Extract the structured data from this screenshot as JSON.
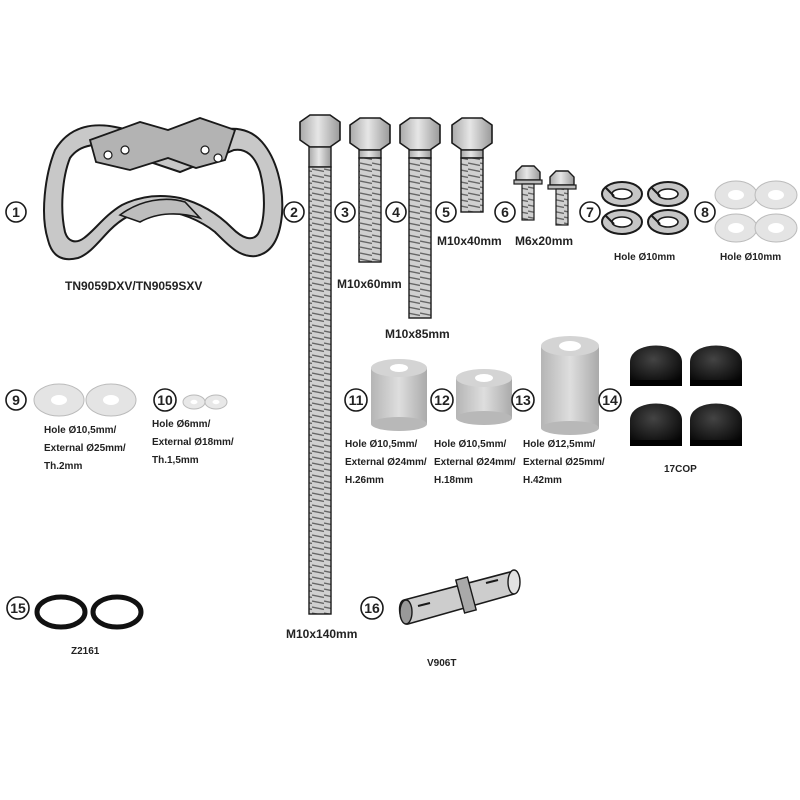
{
  "parts": [
    {
      "number": "1",
      "labels": [
        "TN9059DXV/TN9059SXV"
      ]
    },
    {
      "number": "2",
      "labels": [
        "M10x140mm"
      ]
    },
    {
      "number": "3",
      "labels": [
        "M10x60mm"
      ]
    },
    {
      "number": "4",
      "labels": [
        "M10x85mm"
      ]
    },
    {
      "number": "5",
      "labels": [
        "M10x40mm"
      ]
    },
    {
      "number": "6",
      "labels": [
        "M6x20mm"
      ]
    },
    {
      "number": "7",
      "labels": [
        "Hole Ø10mm"
      ]
    },
    {
      "number": "8",
      "labels": [
        "Hole Ø10mm"
      ]
    },
    {
      "number": "9",
      "labels": [
        "Hole Ø10,5mm/",
        "External Ø25mm/",
        "Th.2mm"
      ]
    },
    {
      "number": "10",
      "labels": [
        "Hole Ø6mm/",
        "External Ø18mm/",
        "Th.1,5mm"
      ]
    },
    {
      "number": "11",
      "labels": [
        "Hole Ø10,5mm/",
        "External Ø24mm/",
        "H.26mm"
      ]
    },
    {
      "number": "12",
      "labels": [
        "Hole Ø10,5mm/",
        "External Ø24mm/",
        "H.18mm"
      ]
    },
    {
      "number": "13",
      "labels": [
        "Hole Ø12,5mm/",
        "External Ø25mm/",
        "H.42mm"
      ]
    },
    {
      "number": "14",
      "labels": [
        "17COP"
      ]
    },
    {
      "number": "15",
      "labels": [
        "Z2161"
      ]
    },
    {
      "number": "16",
      "labels": [
        "V906T"
      ]
    }
  ],
  "colors": {
    "metal": "#c8c8c8",
    "metal_dark": "#8e8e8e",
    "outline": "#1a1a1a",
    "cap": "#111111",
    "washer": "#e4e4e4"
  }
}
